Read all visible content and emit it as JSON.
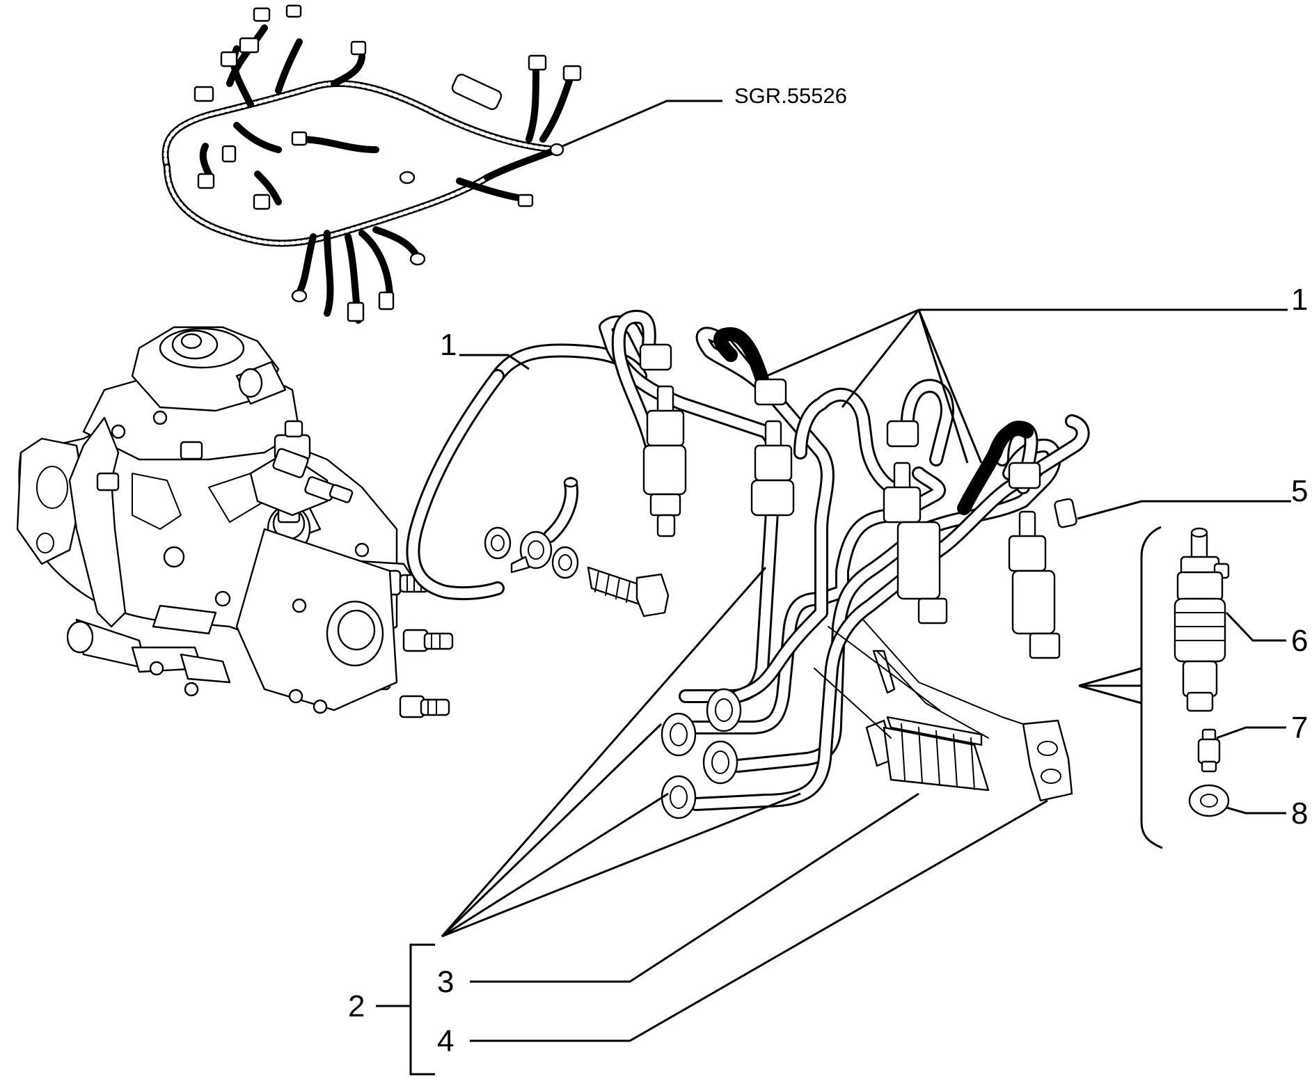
{
  "reference": "SGR.55526",
  "callouts": {
    "c1_left": "1",
    "c1_right": "1",
    "c2": "2",
    "c3": "3",
    "c4": "4",
    "c5": "5",
    "c6": "6",
    "c7": "7",
    "c8": "8"
  },
  "colors": {
    "ink": "#000000",
    "paper": "#ffffff"
  }
}
